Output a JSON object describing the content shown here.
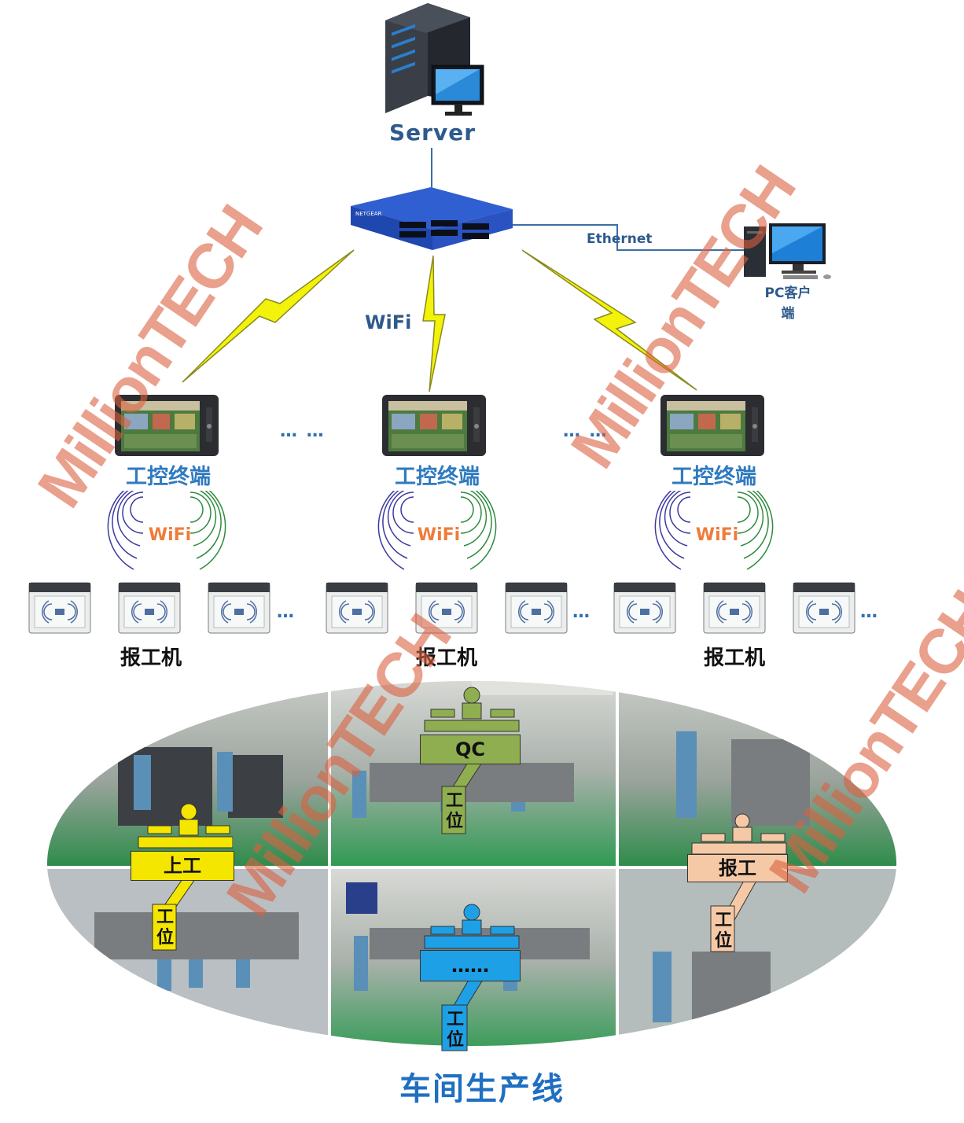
{
  "server": {
    "label": "Server"
  },
  "network": {
    "ethernet_label": "Ethernet",
    "wifi_label": "WiFi"
  },
  "pc_client": {
    "label_line1": "PC客户",
    "label_line2": "端"
  },
  "terminals": [
    {
      "label": "工控终端",
      "wifi_label": "WiFi"
    },
    {
      "label": "工控终端",
      "wifi_label": "WiFi"
    },
    {
      "label": "工控终端",
      "wifi_label": "WiFi"
    }
  ],
  "terminal_ellipsis": [
    "…  …",
    "…  …"
  ],
  "reader_groups": [
    {
      "label": "报工机",
      "ellipsis": "…"
    },
    {
      "label": "报工机",
      "ellipsis": "…"
    },
    {
      "label": "报工机",
      "ellipsis": "…"
    }
  ],
  "stations": [
    {
      "sign": "上工",
      "post": "工位",
      "color": "#f5e600"
    },
    {
      "sign": "QC",
      "post": "工位",
      "color": "#8fae4f"
    },
    {
      "sign": "报工",
      "post": "工位",
      "color": "#f6c9a6"
    },
    {
      "sign": "……",
      "post": "工位",
      "color": "#1ea0e6"
    }
  ],
  "footer": {
    "label": "车间生产线"
  },
  "watermark": {
    "text": "MillionTECH"
  },
  "colors": {
    "brand_blue": "#2e5a8c",
    "lightning": "#f2f20a",
    "accent_orange": "#ee7d3a"
  }
}
